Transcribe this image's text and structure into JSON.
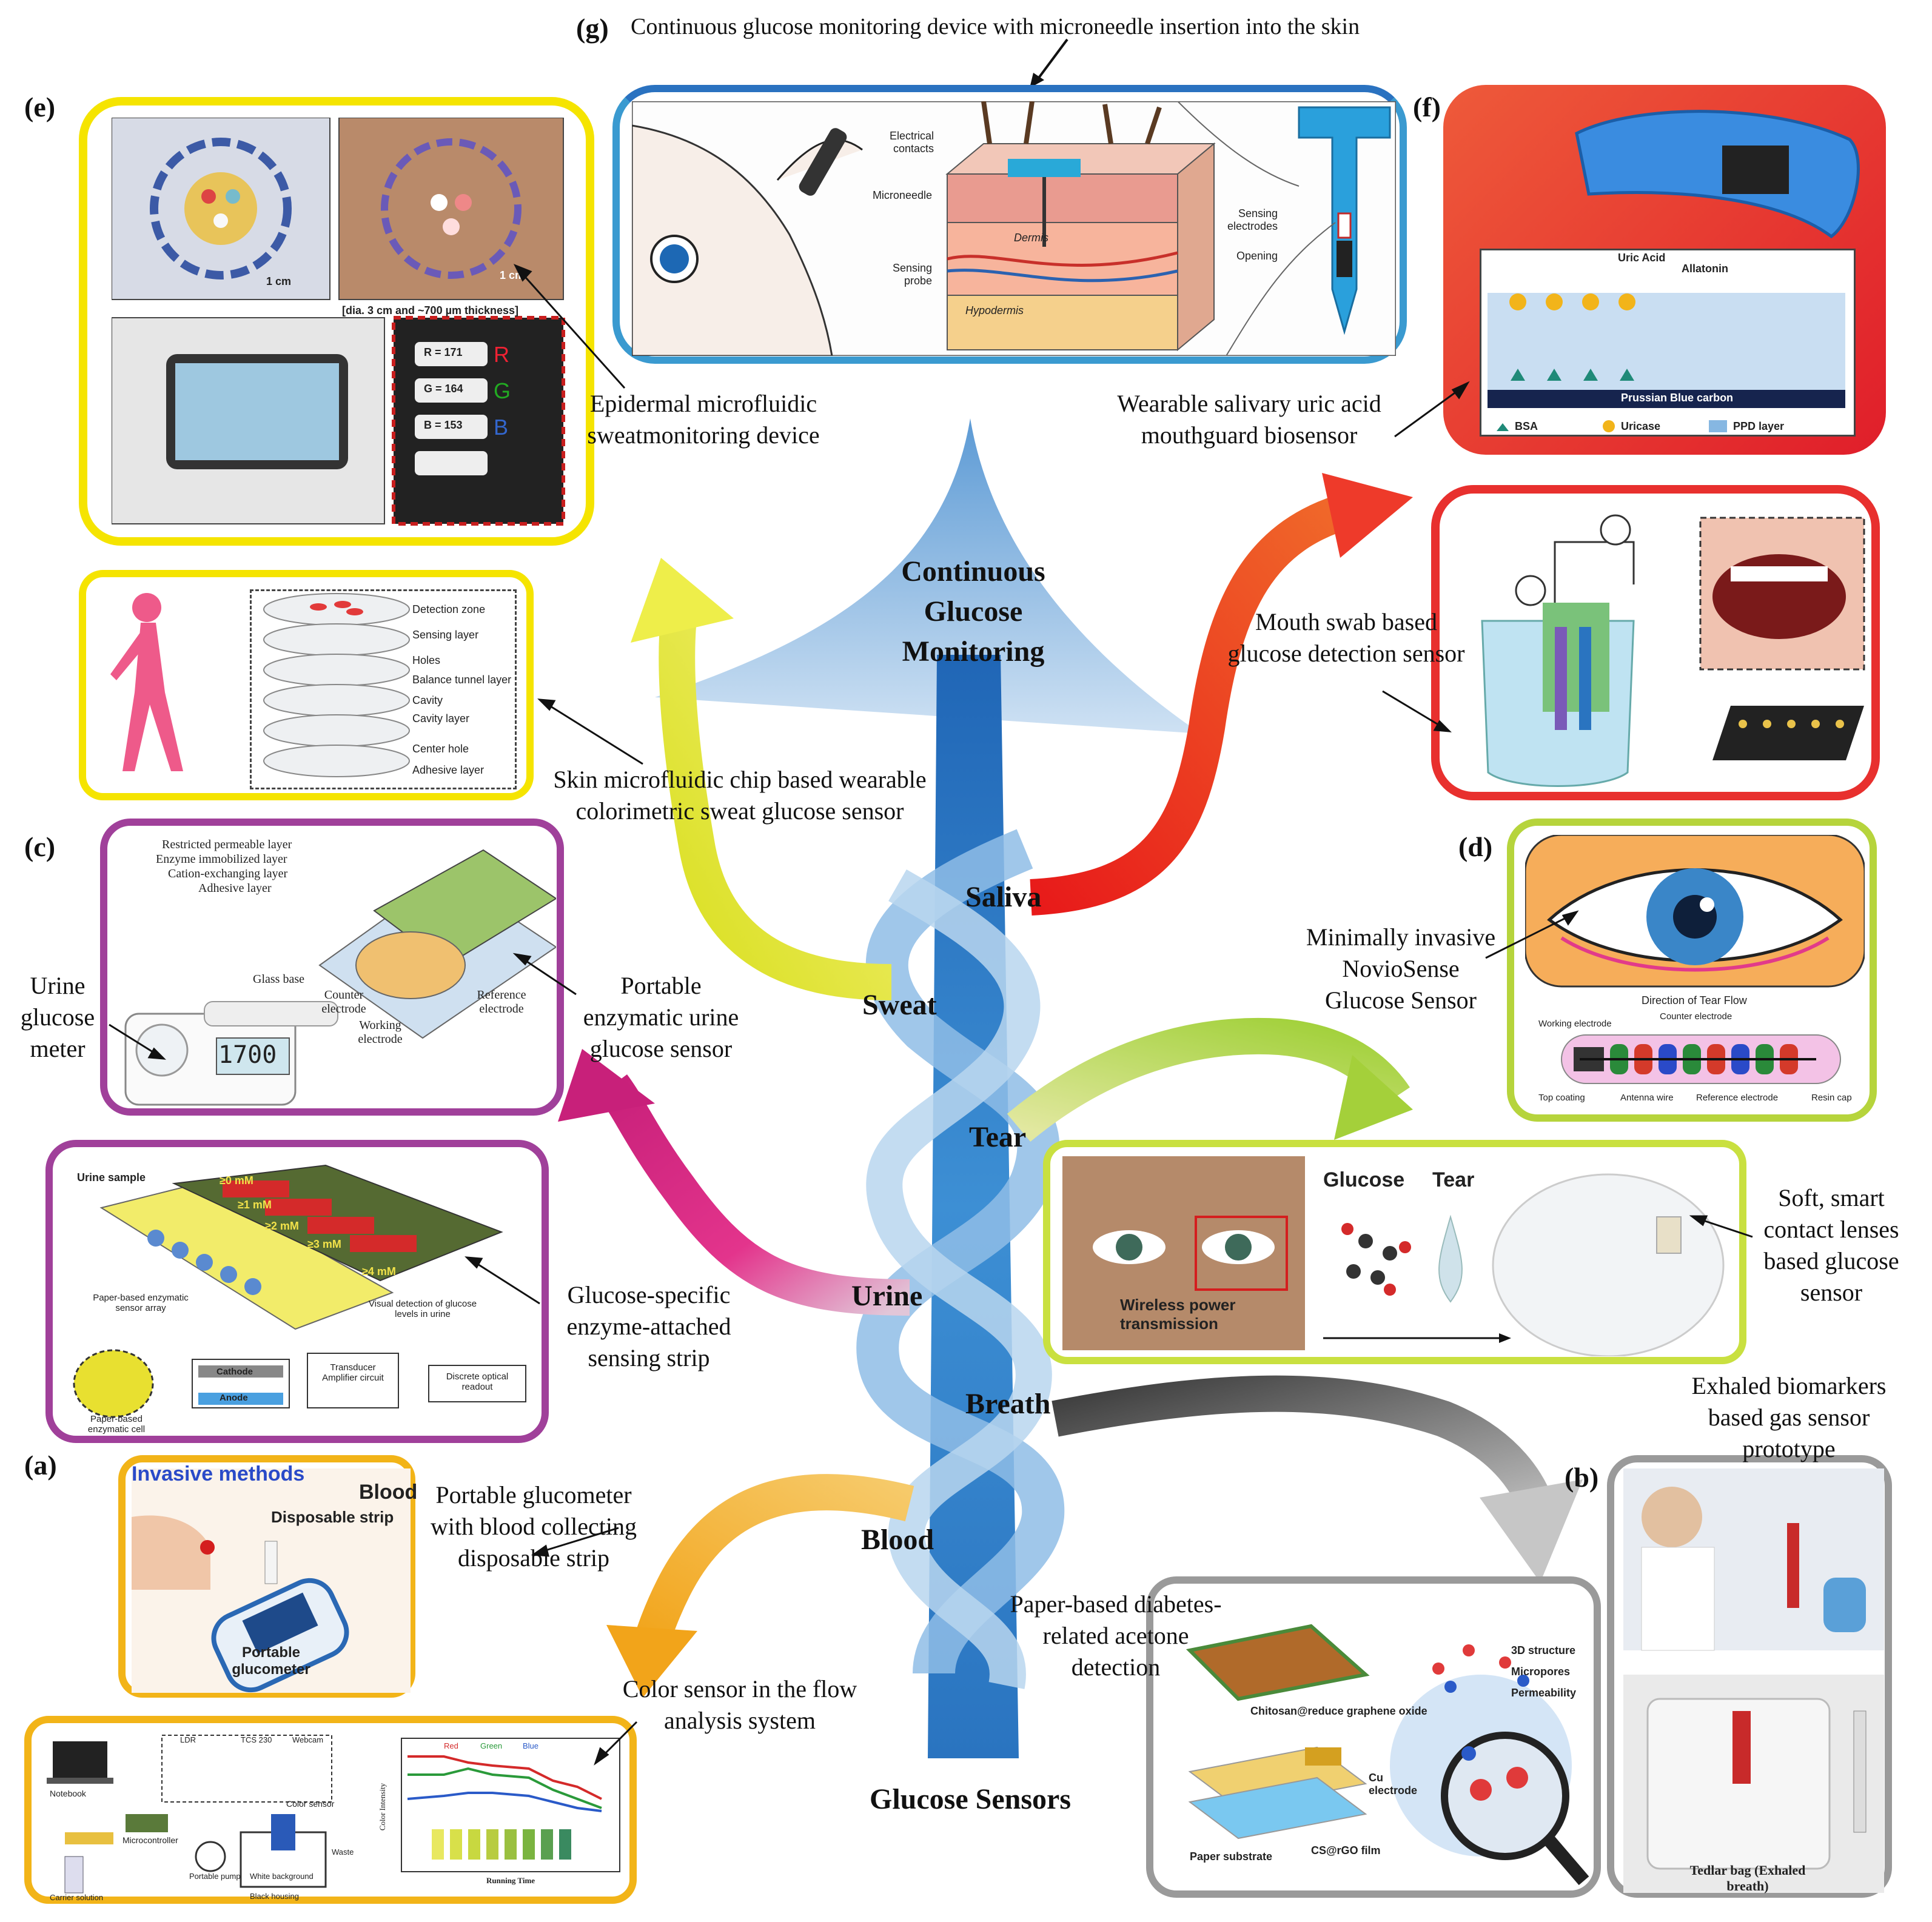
{
  "center": {
    "title": "Glucose Sensors",
    "cgm_label": "Continuous Glucose Monitoring"
  },
  "streams": [
    "Saliva",
    "Sweat",
    "Tear",
    "Urine",
    "Breath",
    "Blood"
  ],
  "panels": {
    "g": {
      "label": "(g)",
      "title": "Continuous glucose monitoring device with microneedle insertion into the skin",
      "callouts": [
        "Electrical contacts",
        "Microneedle",
        "Sensing probe",
        "Dermis",
        "Hypodermis",
        "Sensing electrodes",
        "Opening"
      ]
    },
    "e": {
      "label": "(e)",
      "caption": "Epidermal microfluidic sweatmonitoring device",
      "notes": [
        "1 cm",
        "1 cm",
        "[dia. 3 cm and ~700 µm thickness]",
        "R = 171",
        "G = 164",
        "B = 153",
        "R",
        "G",
        "B"
      ]
    },
    "f": {
      "label": "(f)",
      "caption": "Wearable salivary uric acid mouthguard biosensor",
      "notes": [
        "Uric Acid",
        "Allatonin",
        "Prussian Blue carbon",
        "BSA",
        "Uricase",
        "PPD layer"
      ]
    },
    "mouth": {
      "caption": "Mouth swab based glucose detection sensor"
    },
    "skin": {
      "caption": "Skin microfluidic chip based wearable colorimetric sweat glucose sensor",
      "layers": [
        "Detection zone",
        "Sensing layer",
        "Holes",
        "Balance tunnel layer",
        "Cavity",
        "Cavity layer",
        "Center hole",
        "Adhesive layer"
      ]
    },
    "c": {
      "label": "(c)",
      "caption": "Portable enzymatic urine glucose sensor",
      "side_caption": "Urine glucose meter",
      "layers": [
        "Restricted permeable layer",
        "Enzyme immobilized layer",
        "Cation-exchanging layer",
        "Adhesive layer",
        "Glass base",
        "Counter electrode",
        "Working electrode",
        "Reference electrode"
      ],
      "meter": "1700"
    },
    "d": {
      "label": "(d)",
      "caption": "Minimally invasive NovioSense Glucose Sensor",
      "notes": [
        "Direction of Tear Flow",
        "Working electrode",
        "Counter electrode",
        "Top coating",
        "Antenna wire",
        "Reference electrode",
        "Resin cap"
      ]
    },
    "lens": {
      "caption": "Soft, smart contact lenses based glucose sensor",
      "notes": [
        "Glucose",
        "Tear",
        "Wireless power transmission"
      ]
    },
    "strip": {
      "caption": "Glucose-specific enzyme-attached sensing strip",
      "notes": [
        "Urine sample",
        "≥0 mM",
        "≥1 mM",
        "≥2 mM",
        "≥3 mM",
        "≥4 mM",
        "Paper-based enzymatic sensor array",
        "Visual detection of glucose levels in urine",
        "Paper-based enzymatic cell",
        "Cathode",
        "Anode",
        "Transducer Amplifier circuit",
        "Discrete optical readout"
      ]
    },
    "b": {
      "label": "(b)",
      "caption": "Exhaled biomarkers based gas sensor prototype",
      "bag": "Tedlar bag (Exhaled breath)"
    },
    "acetone": {
      "caption": "Paper-based diabetes-related acetone detection",
      "notes": [
        "Chitosan@reduce graphene oxide",
        "Cu electrode",
        "Paper substrate",
        "CS@rGO film",
        "3D structure",
        "Micropores",
        "Permeability"
      ]
    },
    "a": {
      "label": "(a)",
      "caption": "Portable glucometer with blood collecting disposable strip",
      "notes": [
        "Invasive methods",
        "Blood",
        "Disposable strip",
        "Portable glucometer"
      ]
    },
    "color": {
      "caption": "Color sensor in the flow analysis system",
      "notes": [
        "Notebook",
        "Microcontroller",
        "Color sensor",
        "LDR",
        "TCS 230",
        "Webcam",
        "Portable pump",
        "White background",
        "Black housing",
        "Carrier solution",
        "Waste"
      ],
      "legend": [
        "Red",
        "Green",
        "Blue"
      ],
      "xlabel": "Running Time",
      "ylabel": "Color Intensity"
    }
  },
  "colors": {
    "blue": "#2a7fc4",
    "saliva": "#e8332a",
    "sweat": "#e9e92a",
    "tear": "#a4d63a",
    "urine": "#d4267f",
    "breath": "#8a8a8a",
    "blood": "#f2b418",
    "panel_e": "#f5e400",
    "panel_f": "#e83030",
    "panel_c": "#a0409a",
    "panel_d": "#b6d43c",
    "panel_g": "#3a9ad0",
    "panel_b": "#9a9a9a"
  }
}
